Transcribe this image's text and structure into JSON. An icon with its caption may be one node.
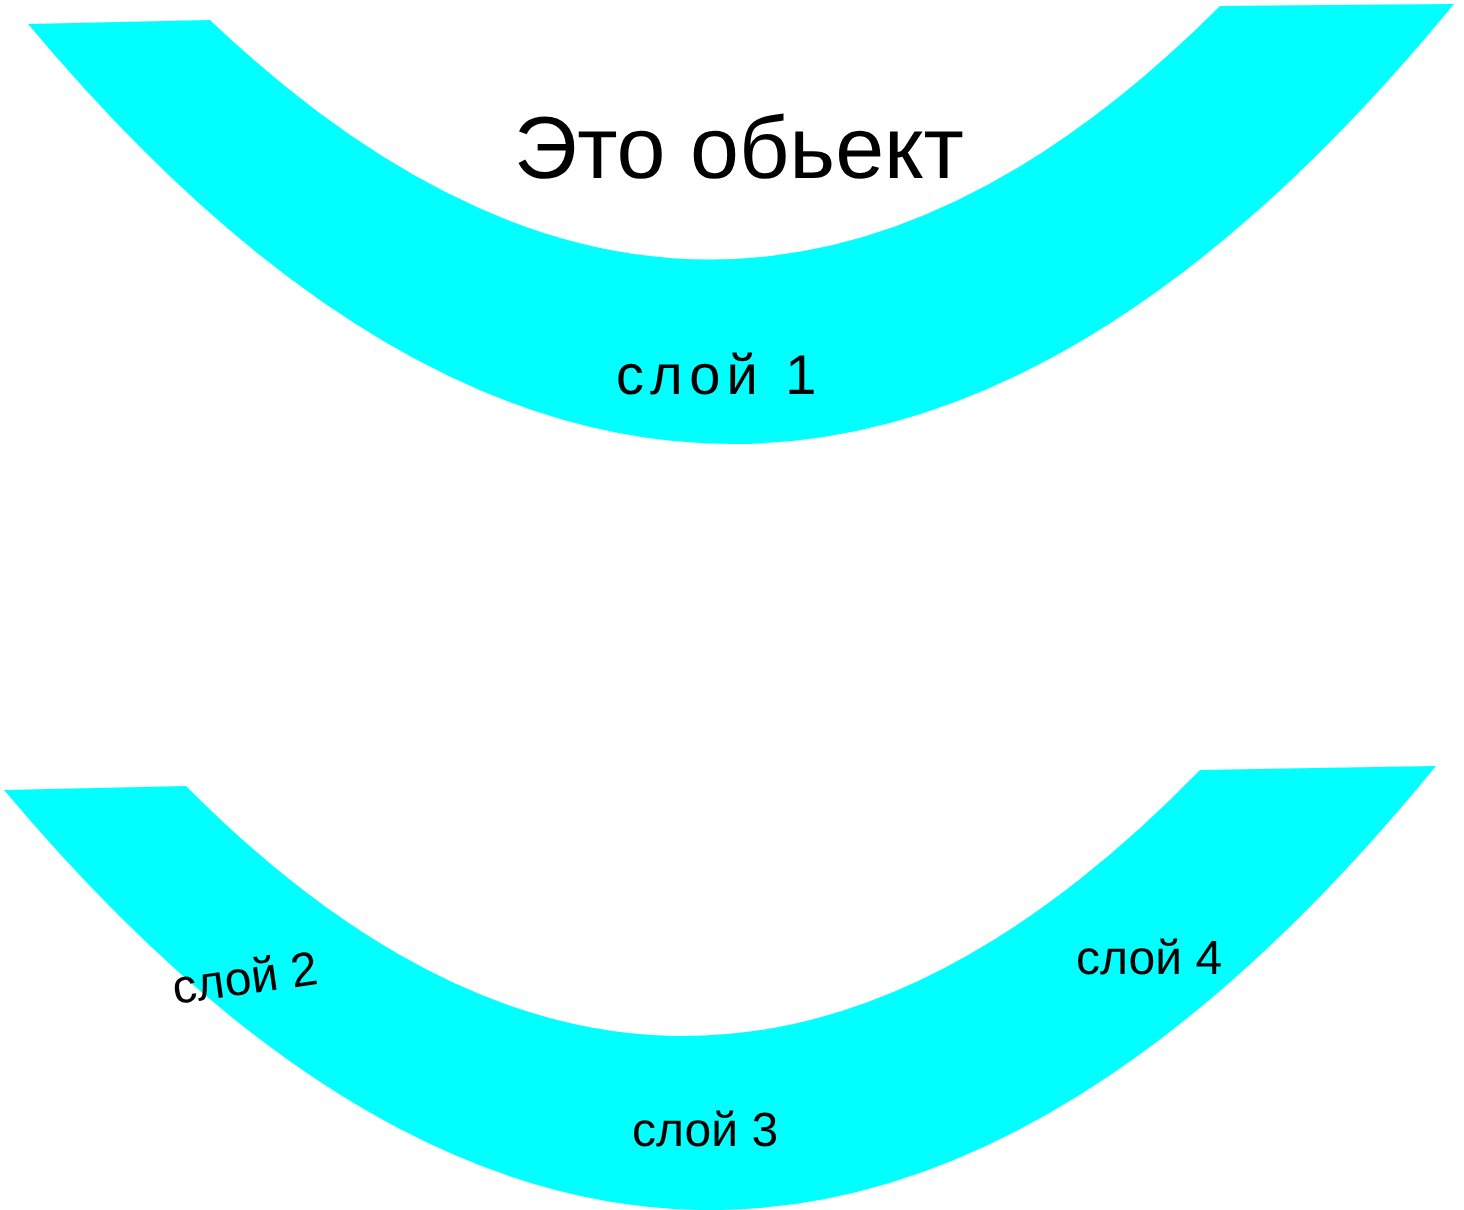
{
  "diagram": {
    "nodes": [
      {
        "text": [
          "слой 1"
        ]
      },
      {
        "text": [
          "слой 2"
        ]
      },
      {
        "text": [
          "слой 3"
        ]
      },
      {
        "text": [
          "слой 4"
        ]
      }
    ],
    "labels": [
      "Это обьект"
    ]
  }
}
